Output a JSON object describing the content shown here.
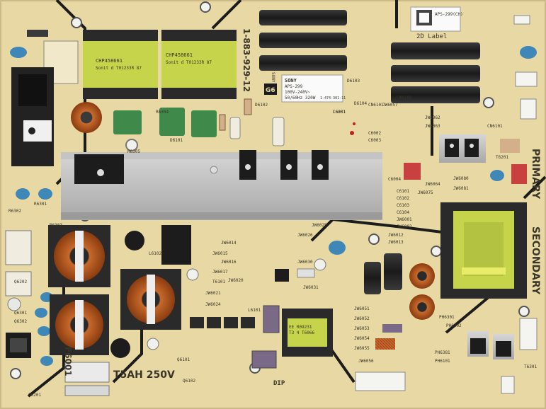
{
  "board": {
    "part_number": "1-883-929-12",
    "version_mark": "G6",
    "region_primary": "PRIMARY",
    "region_secondary": "SECONDARY",
    "fuse_rating": "T5AH 250V",
    "fuse_ref": "F6001",
    "label_2d": "2D Label",
    "label_2d_text": "APS-299(CH)",
    "dip_mark": "DIP"
  },
  "sony_label": {
    "brand": "SONY",
    "model": "APS-299",
    "rating": "100V-240V~",
    "freq_power": "50/60Hz 320W",
    "code": "1-474-301-11"
  },
  "transformers": [
    {
      "label": "CHP458661",
      "sub": "Sonit d T01233R 87"
    },
    {
      "label": "CHP458661",
      "sub": "Sonit d T01233R 87"
    }
  ],
  "small_transformer": {
    "label": "EE R09231",
    "sub": "T3 4 T6066"
  },
  "reference_designators": [
    "C6001",
    "C6002",
    "C6003",
    "C6004",
    "C6101",
    "C6102",
    "C6103",
    "C6104",
    "JW6001",
    "JW6002",
    "JW6012",
    "JW6013",
    "JW6014",
    "JW6015",
    "JW6016",
    "JW6017",
    "JW6020",
    "JW6021",
    "JW6024",
    "JW6025",
    "JW6026",
    "JW6030",
    "JW6031",
    "JW6051",
    "JW6052",
    "JW6053",
    "JW6054",
    "JW6055",
    "JW6056",
    "JW6057",
    "JW6062",
    "JW6063",
    "JW6064",
    "JW6075",
    "JW6080",
    "JW6081",
    "PH6301",
    "PH6302",
    "PH6381",
    "PH6101",
    "Q6101",
    "Q6102",
    "Q6201",
    "Q6202",
    "Q6301",
    "Q6302",
    "R6301",
    "R6302",
    "R6303",
    "R6304",
    "R6305",
    "D6101",
    "D6102",
    "D6103",
    "D6104",
    "CN6101",
    "CN6102",
    "CN6101",
    "T6201",
    "T6301",
    "T6101",
    "L6101",
    "L6102",
    "L6201"
  ]
}
